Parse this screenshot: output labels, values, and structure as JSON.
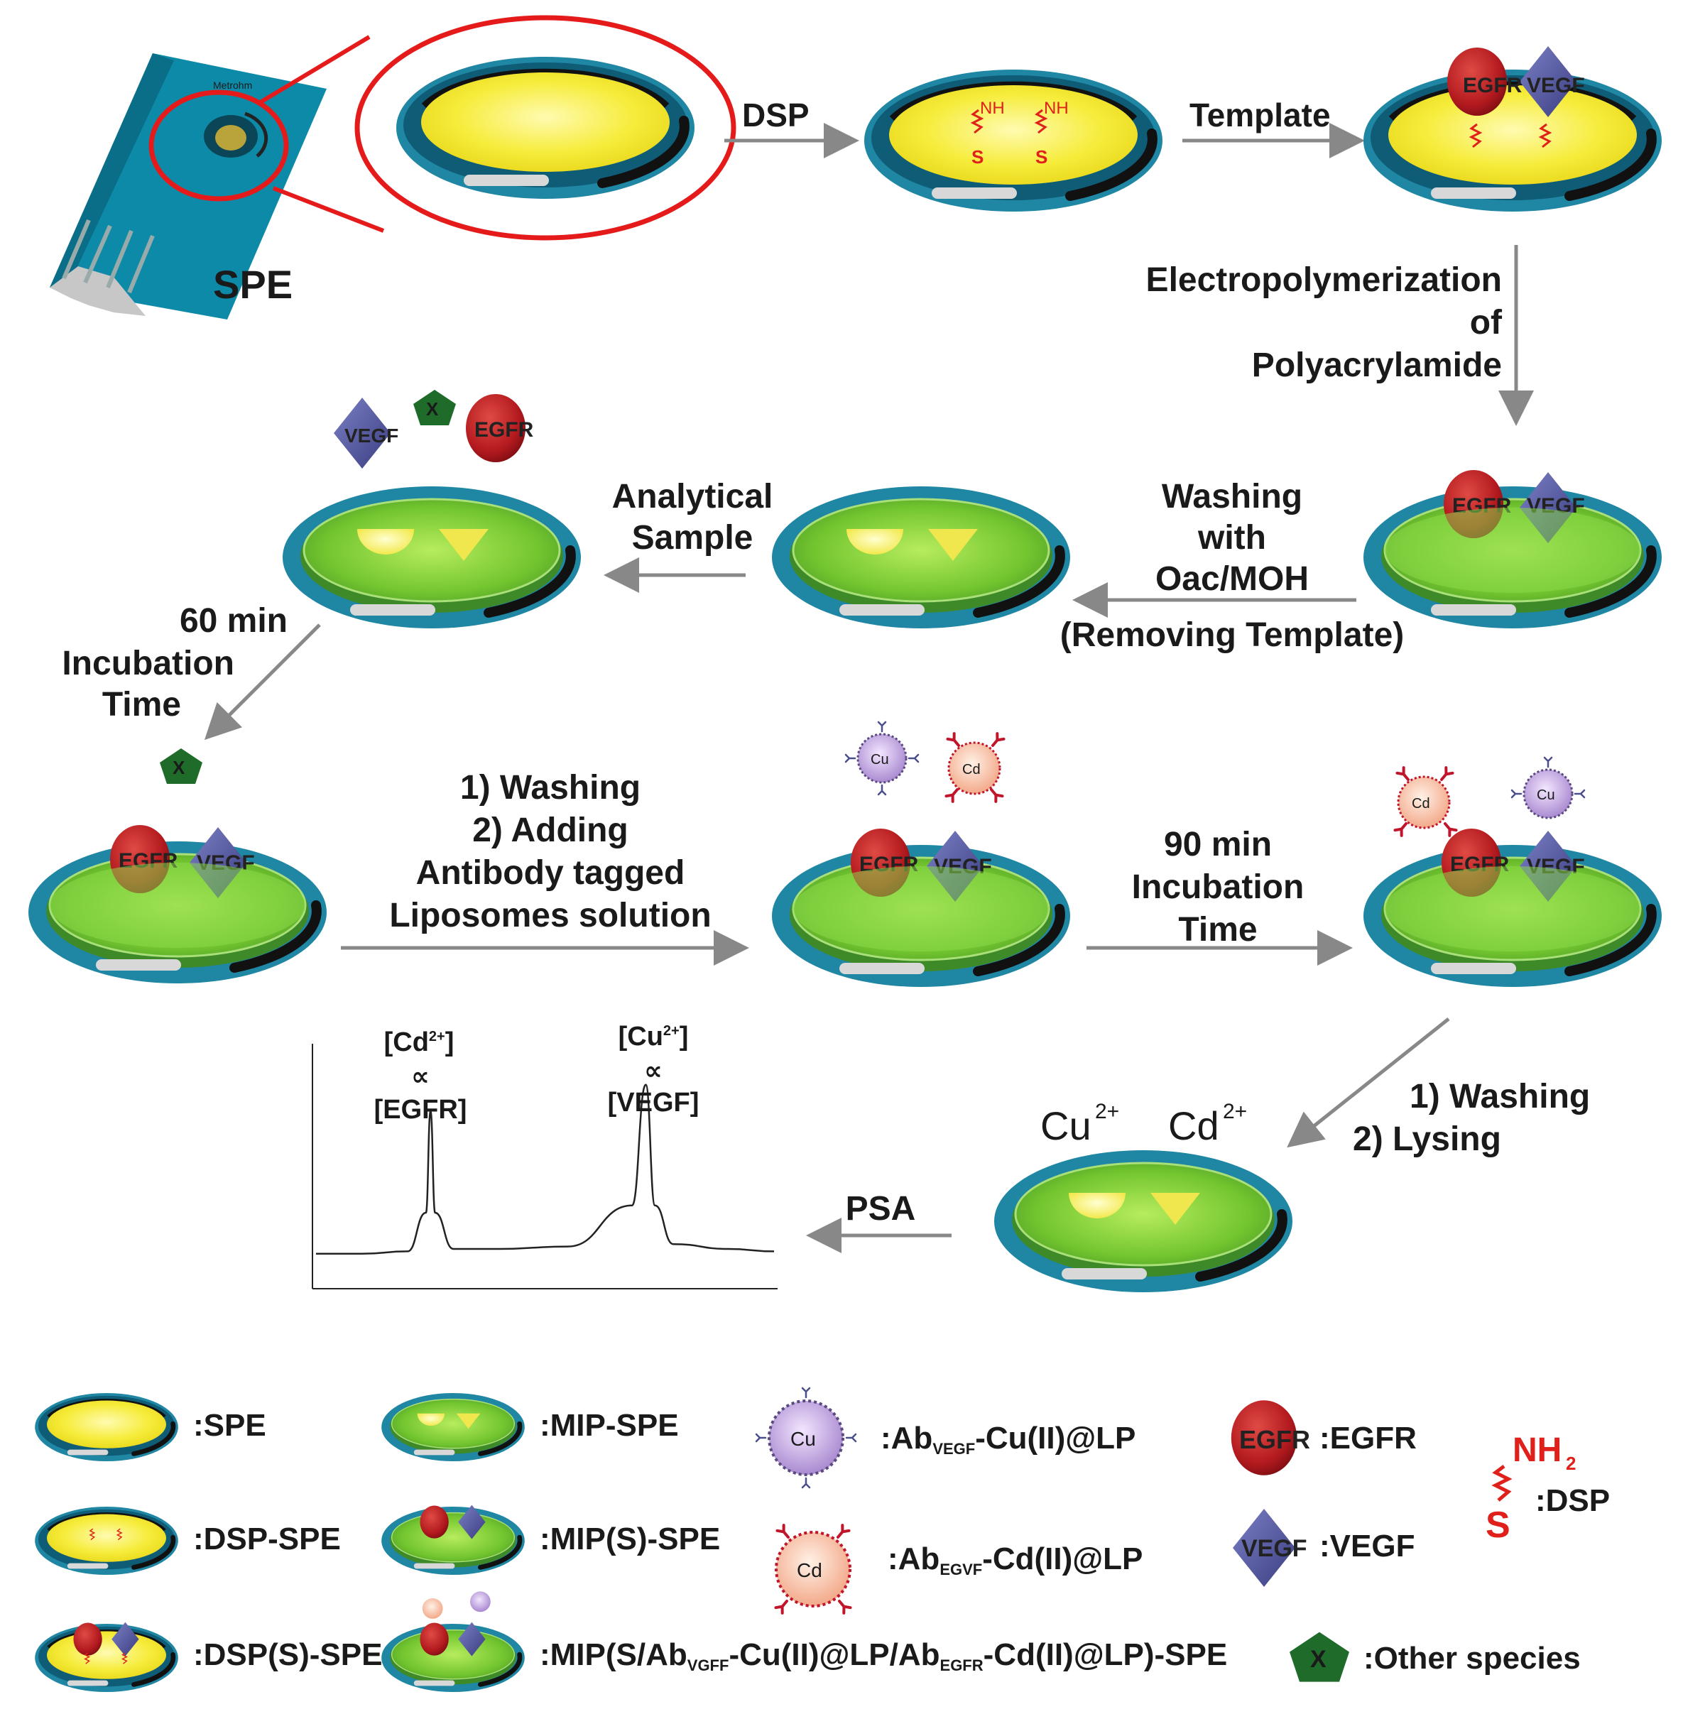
{
  "spe_label": "SPE",
  "steps": {
    "dsp": "DSP",
    "template": "Template",
    "electro": [
      "Electropolymerization",
      "of",
      "Polyacrylamide"
    ],
    "washing": [
      "Washing",
      "with",
      "Oac/MOH",
      "(Removing Template)"
    ],
    "analytical": [
      "Analytical",
      "Sample"
    ],
    "incubation60": [
      "60 min",
      "Incubation",
      "Time"
    ],
    "adding": [
      "1) Washing",
      "2) Adding",
      "Antibody tagged",
      "Liposomes solution"
    ],
    "incubation90": [
      "90 min",
      "Incubation",
      "Time"
    ],
    "lysing": [
      "1) Washing",
      "2)  Lysing"
    ],
    "psa": "PSA"
  },
  "molecules": {
    "egfr": "EGFR",
    "vegf": "VEGF",
    "other": "X",
    "nh2": "NH",
    "nh2_sub": "2",
    "s": "S",
    "cu": "Cu",
    "cd": "Cd",
    "charge": "2+",
    "ion_cu": "Cu",
    "ion_cd": "Cd"
  },
  "chart": {
    "peak1": [
      "[Cd",
      "2+",
      "]",
      "∝",
      "[EGFR]"
    ],
    "peak2": [
      "[Cu",
      "2+",
      "]",
      "∝",
      "[VEGF]"
    ]
  },
  "chart_data": {
    "type": "line",
    "x": [
      0,
      0.1,
      0.2,
      0.24,
      0.25,
      0.26,
      0.3,
      0.4,
      0.55,
      0.69,
      0.72,
      0.74,
      0.78,
      0.9,
      1.0
    ],
    "series": [
      {
        "values": [
          0.13,
          0.13,
          0.14,
          0.3,
          0.72,
          0.3,
          0.15,
          0.15,
          0.16,
          0.33,
          0.83,
          0.33,
          0.17,
          0.15,
          0.14
        ]
      }
    ],
    "title": "",
    "xlabel": "",
    "ylabel": "",
    "annotations": [
      "[Cd2+] ∝ [EGFR]",
      "[Cu2+] ∝ [VEGF]"
    ]
  },
  "legend": {
    "spe": ":SPE",
    "dsp_spe": ":DSP-SPE",
    "dsp_s_spe": ":DSP(S)-SPE",
    "mip_spe": ":MIP-SPE",
    "mip_s_spe": ":MIP(S)-SPE",
    "mip_full": [
      ":MIP(S/Ab",
      "VGFF",
      "-Cu(II)@LP/Ab",
      "EGFR",
      "-Cd(II)@LP)-SPE"
    ],
    "ab_vegf": [
      ":Ab",
      "VEGF",
      "-Cu(II)@LP"
    ],
    "ab_egvf": [
      ":Ab",
      "EGVF",
      "-Cd(II)@LP"
    ],
    "egfr": ":EGFR",
    "vegf": ":VEGF",
    "other": ":Other  species",
    "dsp": ":DSP"
  },
  "colors": {
    "teal": "#1c7e9c",
    "yellow": "#f7ee4a",
    "green": "#7fcf3a",
    "red_circle": "#e51b1b",
    "egfr": "#b5181d",
    "vegf": "#4c4f9a",
    "other": "#1e6b2a"
  }
}
